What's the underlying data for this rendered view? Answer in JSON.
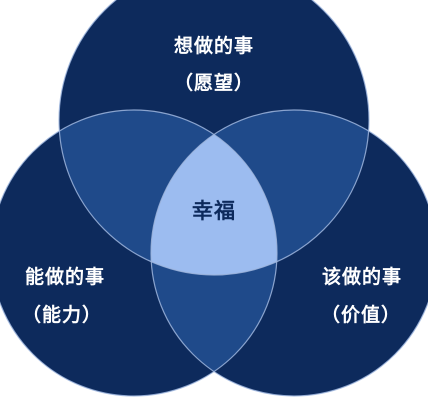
{
  "diagram": {
    "type": "venn-3",
    "circles": [
      {
        "id": "top",
        "title": "想做的事",
        "subtitle": "（愿望）"
      },
      {
        "id": "left",
        "title": "能做的事",
        "subtitle": "（能力）"
      },
      {
        "id": "right",
        "title": "该做的事",
        "subtitle": "（价值）"
      }
    ],
    "center": {
      "label": "幸福"
    }
  },
  "colors": {
    "background": "#ffffff",
    "circle_fill": "#0d2a5c",
    "pair_overlap": "#1f4a8a",
    "center_fill": "#9cbcf0",
    "circle_stroke": "#9fb6de",
    "label_text": "#ffffff",
    "center_text": "#0d2a5c"
  }
}
